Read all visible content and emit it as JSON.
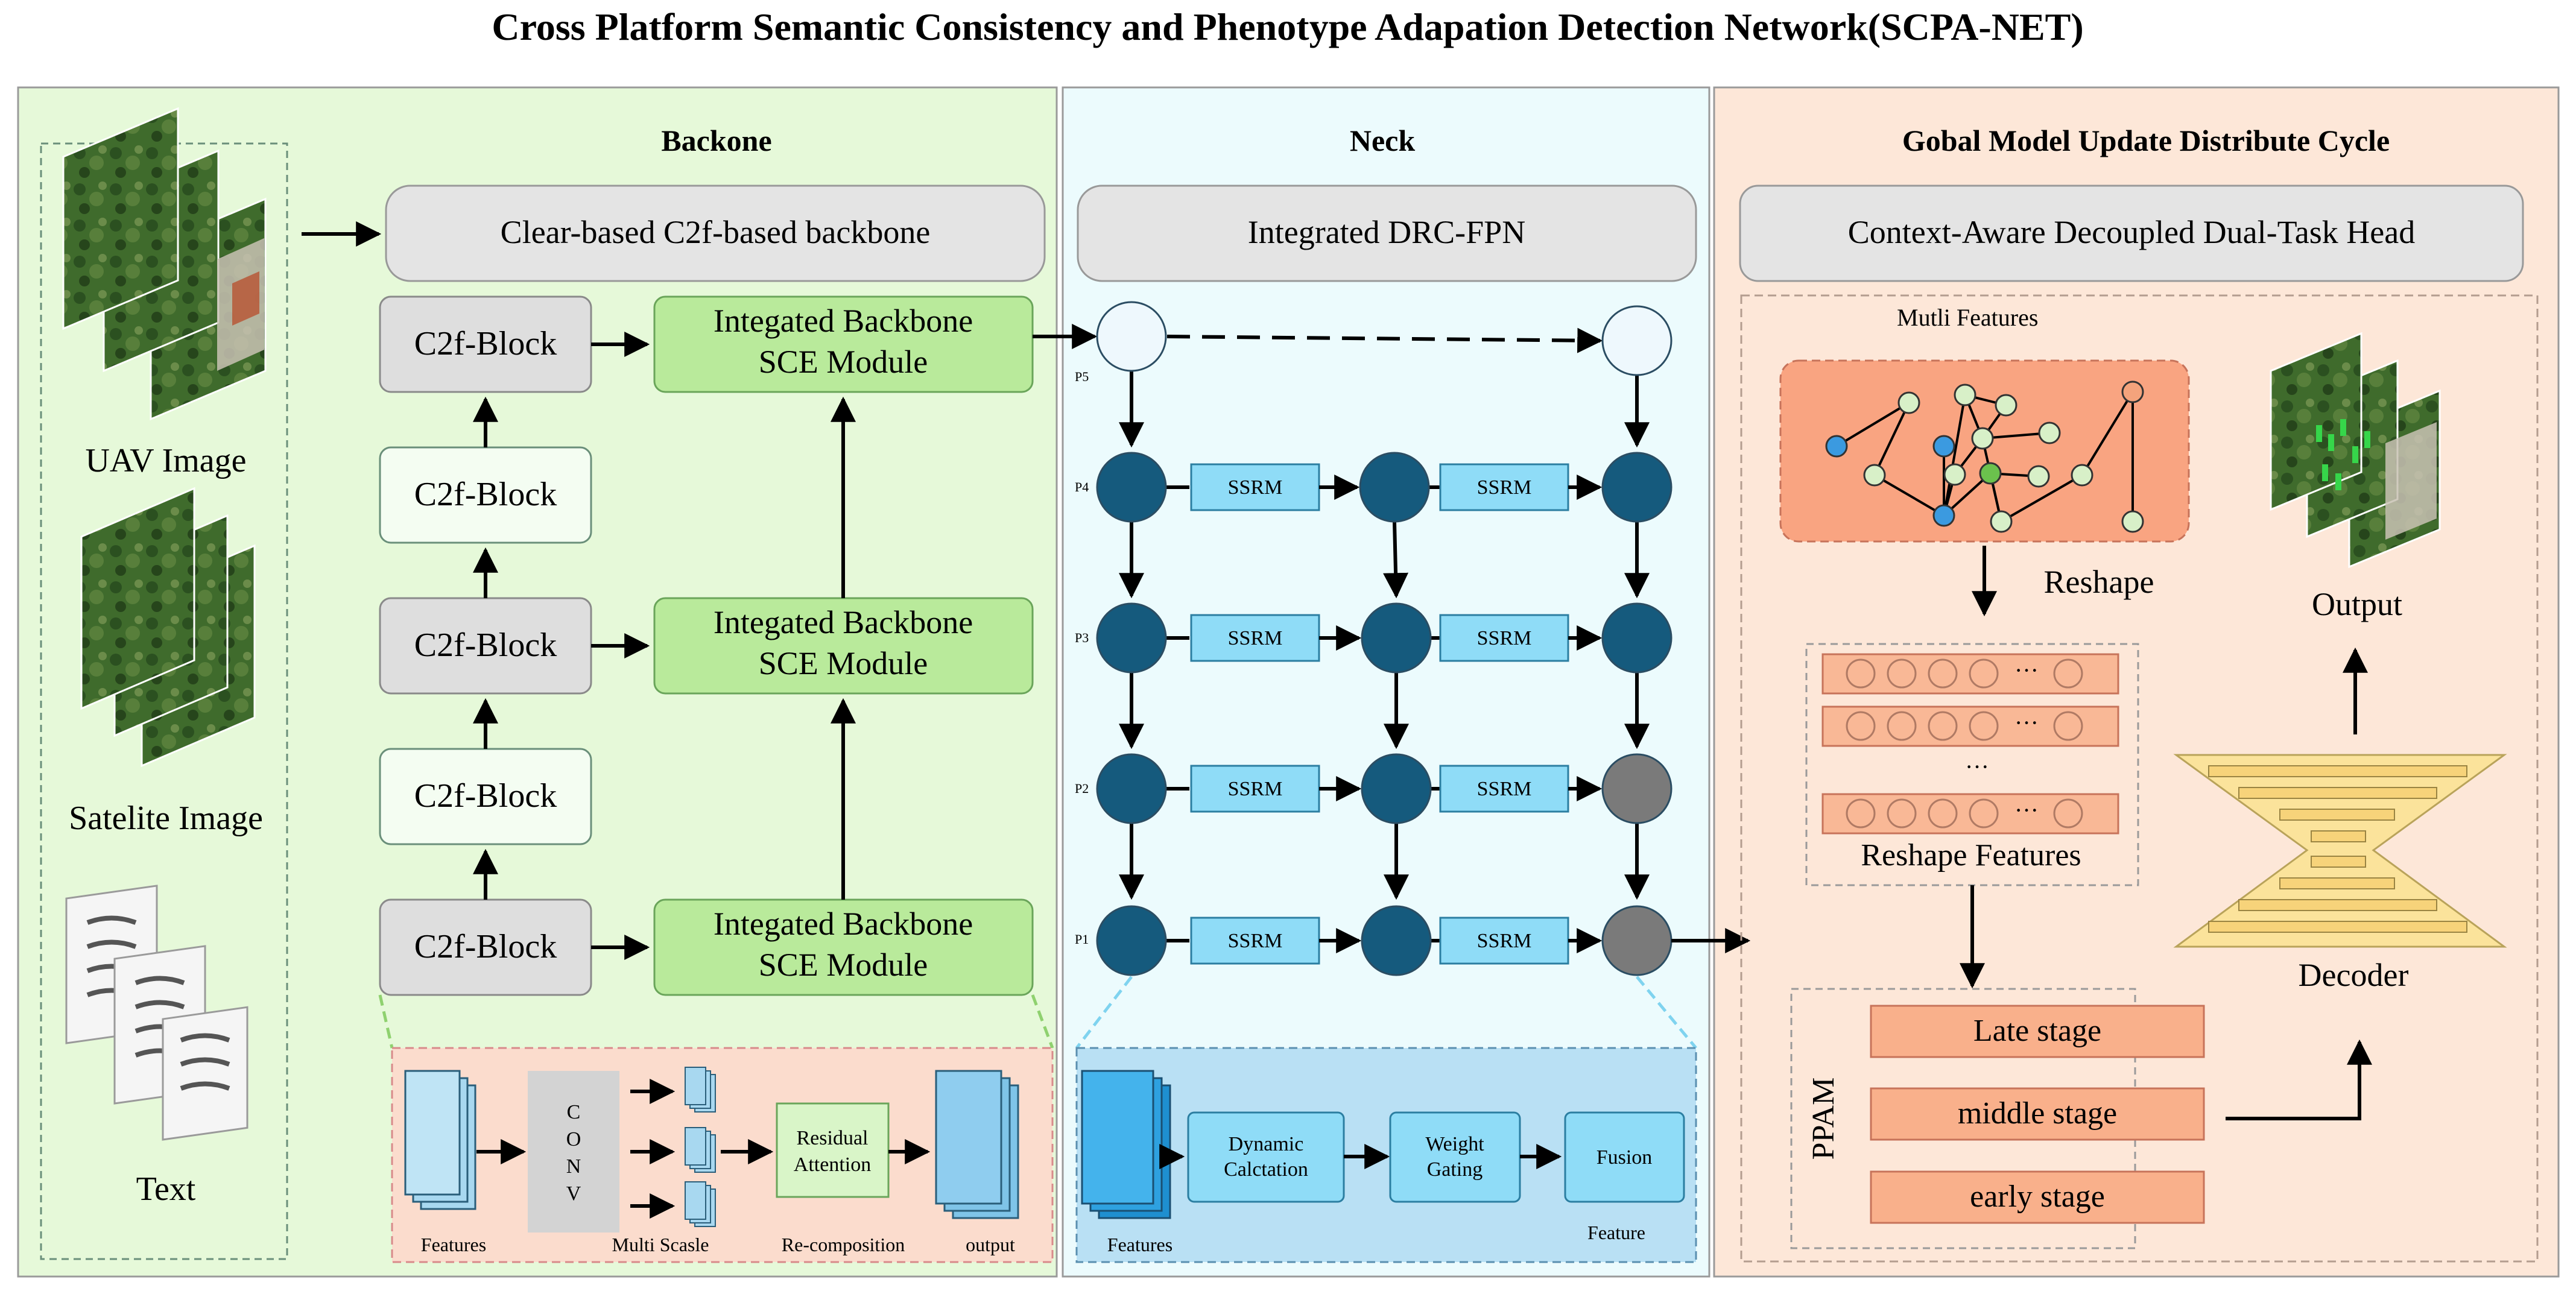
{
  "title": "Cross Platform Semantic Consistency and Phenotype Adapation Detection Network(SCPA-NET)",
  "backbone": {
    "section_label": "Backone",
    "header": "Clear-based C2f-based backbone",
    "c2f_label": "C2f-Block",
    "sce_line1": "Integated Backbone",
    "sce_line2": "SCE Module",
    "inputs": {
      "uav": "UAV Image",
      "satellite": "Satelite Image",
      "text": "Text"
    },
    "detail": {
      "features": "Features",
      "conv": [
        "C",
        "O",
        "N",
        "V"
      ],
      "multi_scale": "Multi Scasle",
      "residual_line1": "Residual",
      "residual_line2": "Attention",
      "recomposition": "Re-composition",
      "output": "output"
    }
  },
  "neck": {
    "section_label": "Neck",
    "header": "Integrated DRC-FPN",
    "ssrm": "SSRM",
    "levels": [
      "P5",
      "P4",
      "P3",
      "P2",
      "P1"
    ],
    "detail": {
      "features": "Features",
      "dynamic_line1": "Dynamic",
      "dynamic_line2": "Calctation",
      "weight_line1": "Weight",
      "weight_line2": "Gating",
      "fusion": "Fusion",
      "feature": "Feature"
    }
  },
  "head": {
    "section_label": "Gobal Model Update Distribute Cycle",
    "header": "Context-Aware Decoupled Dual-Task Head",
    "multi_features": "Mutli Features",
    "reshape": "Reshape",
    "ellipsis_row": "···",
    "ellipsis_mid": "···",
    "reshape_features": "Reshape Features",
    "ppam": "PPAM",
    "stages": [
      "Late stage",
      "middle stage",
      "early stage"
    ],
    "decoder": "Decoder",
    "output": "Output"
  },
  "colors": {
    "backbone_bg": "#e6f9d9",
    "neck_bg": "#ecfbfd",
    "head_bg": "#fde7d8",
    "node_dark": "#155a7d",
    "node_gray": "#7a7a7a",
    "ssrm_fill": "#8fdcf7",
    "sce_fill": "#b9ea9b",
    "stage_fill": "#f9b08b",
    "decoder_fill": "#fbe39b"
  }
}
